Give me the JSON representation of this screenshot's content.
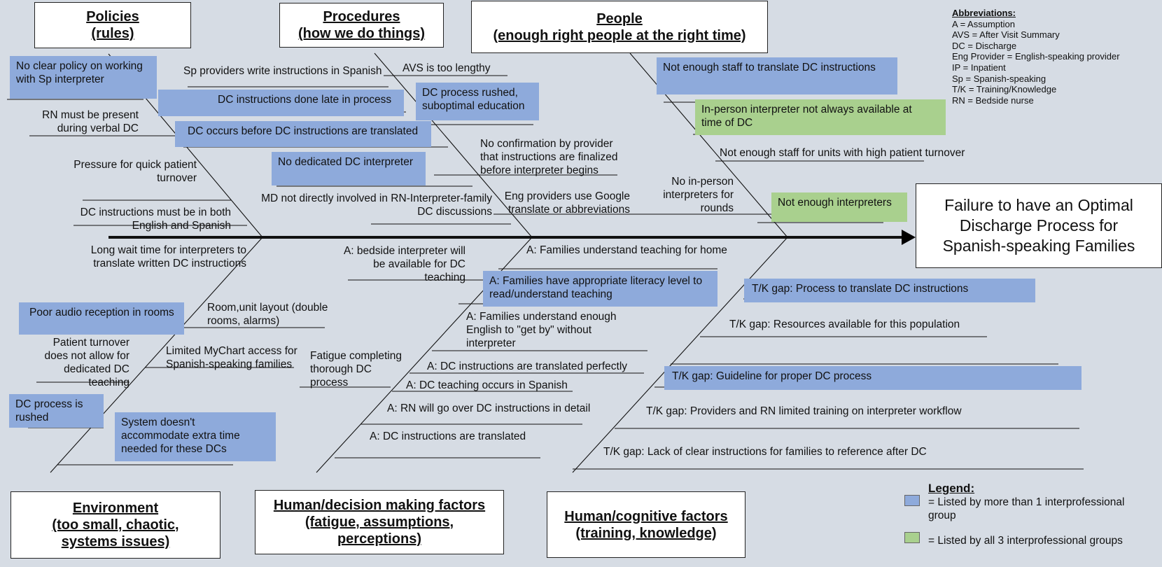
{
  "effect": "Failure to have an Optimal\nDischarge Process for\nSpanish-speaking Families",
  "categories": {
    "policies": "Policies\n(rules)",
    "procedures": "Procedures\n(how we do things)",
    "people": "People\n(enough right people at the right time)",
    "environment": "Environment\n(too small, chaotic,\nsystems issues)",
    "human_decision": "Human/decision making factors\n(fatigue, assumptions,\nperceptions)",
    "human_cognitive": "Human/cognitive factors\n(training, knowledge)"
  },
  "causes": {
    "policies": [
      "No clear policy on working\nwith Sp interpreter",
      "RN must be present\nduring verbal DC",
      "Pressure for quick patient\nturnover",
      "DC instructions must be in both\nEnglish and Spanish",
      "Long wait time for interpreters to\ntranslate written DC instructions"
    ],
    "procedures": [
      "Sp providers write instructions in Spanish",
      "AVS is too lengthy",
      "DC instructions done late in process",
      "DC process rushed,\nsuboptimal education",
      "DC occurs before DC instructions are translated",
      "No confirmation by provider\nthat instructions are finalized\nbefore interpreter begins",
      "No dedicated DC interpreter",
      "MD not directly involved in RN-Interpreter-family\nDC discussions",
      "Eng providers use Google\ntranslate or abbreviations"
    ],
    "people": [
      "Not enough staff to translate DC instructions",
      "In-person interpreter not always available at\ntime of DC",
      "Not enough staff for units with high patient turnover",
      "No in-person\ninterpreters for\nrounds",
      "Not enough interpreters"
    ],
    "environment": [
      "Poor audio reception in rooms",
      "Room,unit layout (double\nrooms, alarms)",
      "Patient turnover\ndoes not allow for\ndedicated DC\nteaching",
      "Limited MyChart access for\nSpanish-speaking families",
      "DC process is\nrushed",
      "System doesn't\naccommodate extra time\nneeded for these DCs"
    ],
    "human_decision": [
      "A: bedside interpreter will\nbe available for DC\nteaching",
      "A: Families understand teaching for home",
      "A: Families have appropriate literacy level to\nread/understand teaching",
      "A: Families understand enough\nEnglish to \"get by\" without\ninterpreter",
      "Fatigue completing\nthorough DC\nprocess",
      "A: DC instructions are translated perfectly",
      "A: DC teaching occurs in Spanish",
      "A: RN will go over DC instructions in detail",
      "A: DC instructions are translated"
    ],
    "human_cognitive": [
      "T/K gap: Process to translate DC instructions",
      "T/K gap: Resources available for this population",
      "T/K gap: Guideline for proper DC process",
      "T/K gap: Providers and RN limited training on interpreter workflow",
      "T/K gap: Lack of clear instructions for families to reference after DC"
    ]
  },
  "abbreviations": {
    "title": "Abbreviations:",
    "items": [
      "A = Assumption",
      "AVS = After Visit Summary",
      "DC = Discharge",
      "Eng Provider = English-speaking provider",
      "IP = Inpatient",
      "Sp = Spanish-speaking",
      "T/K = Training/Knowledge",
      "RN = Bedside nurse"
    ]
  },
  "legend": {
    "title": "Legend:",
    "items": [
      {
        "label": "= Listed by more than 1 interprofessional\ngroup",
        "color": "#8eaadb"
      },
      {
        "label": "= Listed by all 3 interprofessional groups",
        "color": "#a9d08e"
      }
    ]
  },
  "colors": {
    "background": "#d6dce4",
    "blue_highlight": "#8eaadb",
    "green_highlight": "#a9d08e",
    "spine": "#000000"
  }
}
